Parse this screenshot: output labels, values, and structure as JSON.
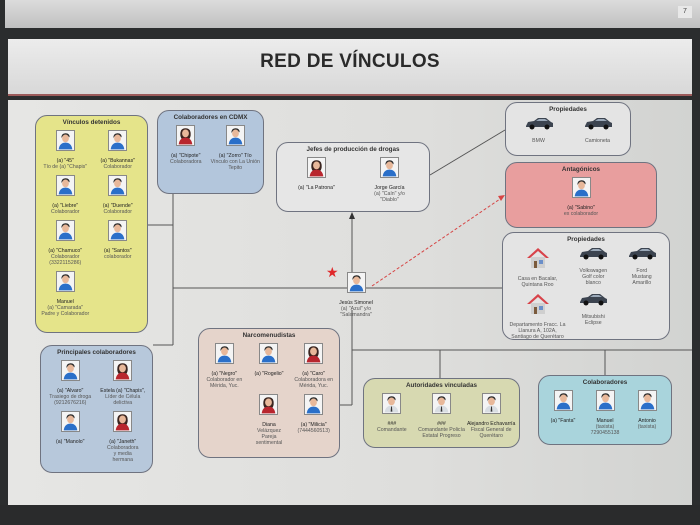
{
  "page_number": "7",
  "title": "RED DE VÍNCULOS",
  "colors": {
    "detenidos": "#e5e48a",
    "principales": "#b7c8db",
    "antagonicos": "#e89e9e",
    "narco": "#e5d4cb",
    "autoridades": "#d7d9b1",
    "colaboradores": "#a9d4dc",
    "link_hostile": "#d64545",
    "star": "#e0282a"
  },
  "center": {
    "icon": "male",
    "lines": [
      "Jesús Simonel",
      "(a) \"Azul\" y/o",
      "\"Salamandra\""
    ]
  },
  "groups": [
    {
      "id": "detenidos",
      "title": "Vínculos detenidos",
      "items": [
        {
          "icon": "male",
          "lines": [
            "(a) \"45\"",
            "Tío de (a) \"Chapis\""
          ]
        },
        {
          "icon": "male",
          "lines": [
            "(a) \"Bukannas\"",
            "Colaborador"
          ]
        },
        {
          "icon": "male",
          "lines": [
            "(a) \"Liebre\"",
            "Colaborador"
          ]
        },
        {
          "icon": "male",
          "lines": [
            "(a) \"Duende\"",
            "Colaborador"
          ]
        },
        {
          "icon": "male",
          "lines": [
            "(a) \"Chamuco\"",
            "Colaborador",
            "(3322115286)"
          ]
        },
        {
          "icon": "male",
          "lines": [
            "(a) \"Santos\"",
            "colaborador"
          ]
        },
        {
          "icon": "male",
          "lines": [
            "Manuel",
            "(a) \"Camarada\"",
            "Padre y Colaborador"
          ]
        }
      ]
    },
    {
      "id": "principales",
      "title": "Principales colaboradores",
      "items": [
        {
          "icon": "male",
          "lines": [
            "(a) \"Alvaro\"",
            "Trasiego de droga",
            "(9212676216)"
          ]
        },
        {
          "icon": "female",
          "lines": [
            "Estela (a) \"Chapis\",",
            "Líder de Célula",
            "delictiva"
          ]
        },
        {
          "icon": "male",
          "lines": [
            "(a) \"Manolo\""
          ]
        },
        {
          "icon": "female",
          "lines": [
            "(a) \"Janeth\"",
            "Colaboradora",
            "y media",
            "hermana"
          ]
        }
      ]
    },
    {
      "id": "cdmx",
      "title": "Colaboradores en CDMX",
      "items": [
        {
          "icon": "female",
          "lines": [
            "(a) \"Chipote\"",
            "Colaboradora"
          ]
        },
        {
          "icon": "male",
          "lines": [
            "(a) \"Zorro\" Tío",
            "Vínculo con La Unión",
            "Tepito"
          ]
        }
      ]
    },
    {
      "id": "jefes",
      "title": "Jefes de producción de drogas",
      "items": [
        {
          "icon": "female",
          "lines": [
            "(a) \"La Patrona\""
          ]
        },
        {
          "icon": "male",
          "lines": [
            "Jorge García",
            "(a) \"Caín\" y/o",
            "\"Diablo\""
          ]
        }
      ]
    },
    {
      "id": "prop1",
      "title": "Propiedades",
      "items": [
        {
          "icon": "car",
          "lines": [
            "",
            "BMW"
          ]
        },
        {
          "icon": "car",
          "lines": [
            "",
            "Camioneta"
          ]
        }
      ]
    },
    {
      "id": "antag",
      "title": "Antagónicos",
      "items": [
        {
          "icon": "male",
          "lines": [
            "(a) \"Sabino\"",
            "ex colaborador"
          ]
        }
      ]
    },
    {
      "id": "prop2",
      "title": "Propiedades",
      "items": [
        {
          "icon": "house",
          "lines": [
            "",
            "Casa en Bacalar,",
            "Quintana Roo"
          ]
        },
        {
          "icon": "car",
          "lines": [
            "",
            "Volkswagen",
            "Golf color",
            "blanco"
          ]
        },
        {
          "icon": "car",
          "lines": [
            "",
            "Ford",
            "Mustang",
            "Amarillo"
          ]
        },
        {
          "icon": "house",
          "lines": [
            "",
            "Departamento Fracc. La",
            "Llanura A, 102A,",
            "Santiago de Querétaro"
          ]
        },
        {
          "icon": "car",
          "lines": [
            "",
            "Mitsubishi",
            "Eclipse"
          ]
        }
      ]
    },
    {
      "id": "narco",
      "title": "Narcomenudistas",
      "items": [
        {
          "icon": "male",
          "lines": [
            "(a) \"Negro\"",
            "Colaborador en",
            "Mérida, Yuc."
          ]
        },
        {
          "icon": "male",
          "lines": [
            "(a) \"Rogelio\""
          ]
        },
        {
          "icon": "female",
          "lines": [
            "(a) \"Caro\"",
            "Colaboradora en",
            "Mérida, Yuc."
          ]
        },
        {
          "icon": "female",
          "lines": [
            "Diana",
            "Velázquez",
            "Pareja",
            "sentimental"
          ]
        },
        {
          "icon": "male",
          "lines": [
            "(a) \"Milicia\"",
            "(7444560513)"
          ]
        }
      ]
    },
    {
      "id": "autoridades",
      "title": "Autoridades vinculadas",
      "items": [
        {
          "icon": "officer",
          "lines": [
            "###",
            "Comandante"
          ]
        },
        {
          "icon": "officer",
          "lines": [
            "###",
            "Comandante Policía",
            "Estatal Progreso"
          ]
        },
        {
          "icon": "officer",
          "lines": [
            "Alejandro Echavarría",
            "Fiscal General de",
            "Querétaro"
          ]
        }
      ]
    },
    {
      "id": "colab",
      "title": "Colaboradores",
      "items": [
        {
          "icon": "male",
          "lines": [
            "(a) \"Fanta\""
          ]
        },
        {
          "icon": "male",
          "lines": [
            "Manuel",
            "(taxista)",
            "7290455138"
          ]
        },
        {
          "icon": "male",
          "lines": [
            "Antonio",
            "(taxista)"
          ]
        }
      ]
    }
  ]
}
